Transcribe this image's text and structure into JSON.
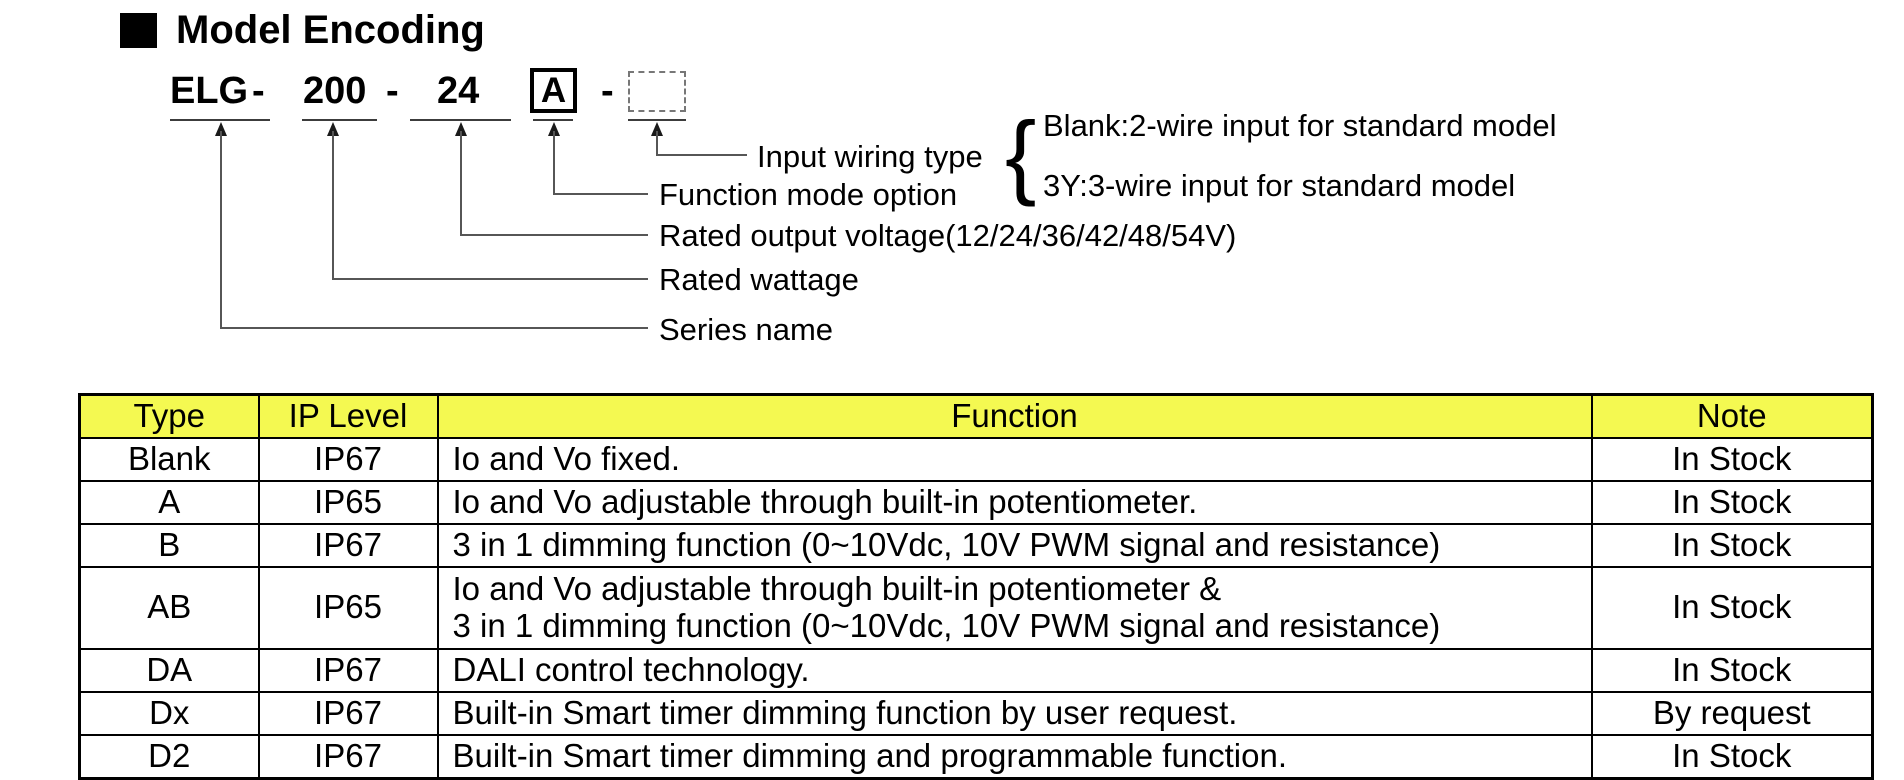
{
  "page": {
    "title": "Model Encoding"
  },
  "diagram": {
    "code": {
      "series": "ELG",
      "sep1": "-",
      "wattage": "200",
      "sep2": "-",
      "voltage": "24",
      "function_mode": "A",
      "sep3": "-"
    },
    "labels": {
      "input_wiring": "Input wiring type",
      "function_mode": "Function mode option",
      "voltage": "Rated output voltage(12/24/36/42/48/54V)",
      "wattage": "Rated wattage",
      "series": "Series name"
    },
    "brace": "{",
    "wiring_options": [
      "Blank:2-wire input for standard model",
      "3Y:3-wire input for standard model"
    ]
  },
  "table": {
    "columns": [
      "Type",
      "IP Level",
      "Function",
      "Note"
    ],
    "header_bg": "#F4F951",
    "rows": [
      {
        "type": "Blank",
        "ip": "IP67",
        "function": "Io and Vo fixed.",
        "note": "In Stock"
      },
      {
        "type": "A",
        "ip": "IP65",
        "function": "Io and Vo adjustable through built-in potentiometer.",
        "note": "In Stock"
      },
      {
        "type": "B",
        "ip": "IP67",
        "function": "3 in 1 dimming function (0~10Vdc, 10V PWM signal and resistance)",
        "note": "In Stock"
      },
      {
        "type": "AB",
        "ip": "IP65",
        "function": "Io and Vo adjustable through built-in potentiometer &",
        "function_line2": "3 in 1 dimming function (0~10Vdc, 10V PWM signal and resistance)",
        "note": "In Stock"
      },
      {
        "type": "DA",
        "ip": "IP67",
        "function": "DALI control technology.",
        "note": "In Stock"
      },
      {
        "type": "Dx",
        "ip": "IP67",
        "function": "Built-in Smart timer dimming function by user request.",
        "note": "By request"
      },
      {
        "type": "D2",
        "ip": "IP67",
        "function": "Built-in Smart timer dimming and programmable function.",
        "note": "In Stock"
      }
    ]
  }
}
